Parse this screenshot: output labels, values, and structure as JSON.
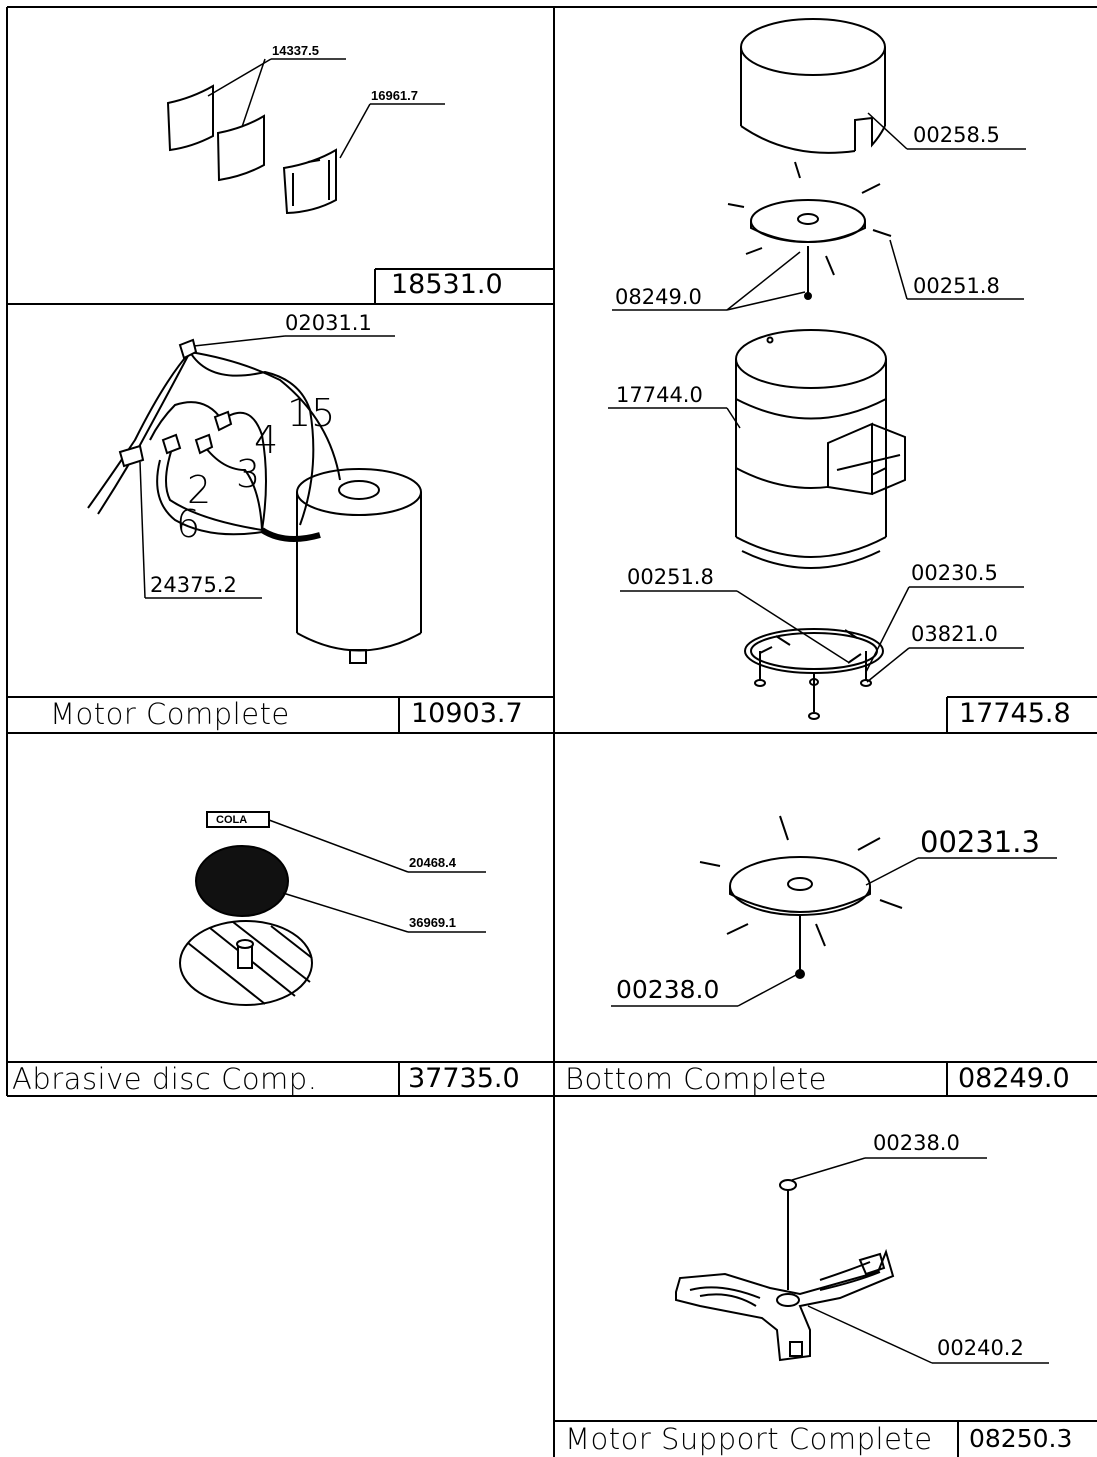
{
  "panels": {
    "p1": {
      "number": "18531.0",
      "callouts": [
        "14337.5",
        "16961.7"
      ]
    },
    "p2": {
      "title": "Motor Complete",
      "number": "10903.7",
      "callouts": [
        "02031.1",
        "24375.2"
      ],
      "wire_numbers": [
        "15",
        "4",
        "3",
        "2",
        "6"
      ]
    },
    "p3": {
      "number": "17745.8",
      "callouts": [
        "00258.5",
        "08249.0",
        "00251.8",
        "17744.0",
        "00251.8",
        "00230.5",
        "03821.0"
      ]
    },
    "p4": {
      "title": "Abrasive disc Comp.",
      "number": "37735.0",
      "callouts": [
        "20468.4",
        "36969.1"
      ],
      "tag": "COLA"
    },
    "p5": {
      "title": "Bottom Complete",
      "number": "08249.0",
      "callouts": [
        "00231.3",
        "00238.0"
      ]
    },
    "p6": {
      "title": "Motor Support Complete",
      "number": "08250.3",
      "callouts": [
        "00238.0",
        "00240.2"
      ]
    }
  }
}
